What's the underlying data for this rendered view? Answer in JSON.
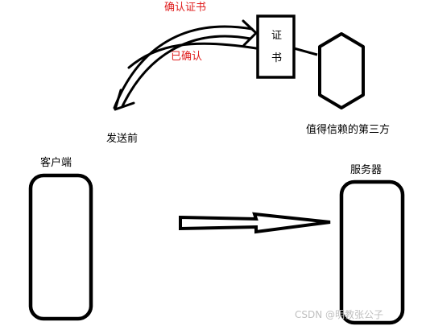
{
  "labels": {
    "confirm_cert": "确认证书",
    "confirmed": "已确认",
    "cert_char_1": "证",
    "cert_char_2": "书",
    "trusted_third_party": "值得信赖的第三方",
    "before_send": "发送前",
    "client": "客户端",
    "server": "服务器",
    "watermark": "CSDN @明教张公子"
  },
  "colors": {
    "stroke": "#000000",
    "annotation": "#e02020",
    "background": "#ffffff",
    "watermark": "#c0c0c0"
  }
}
